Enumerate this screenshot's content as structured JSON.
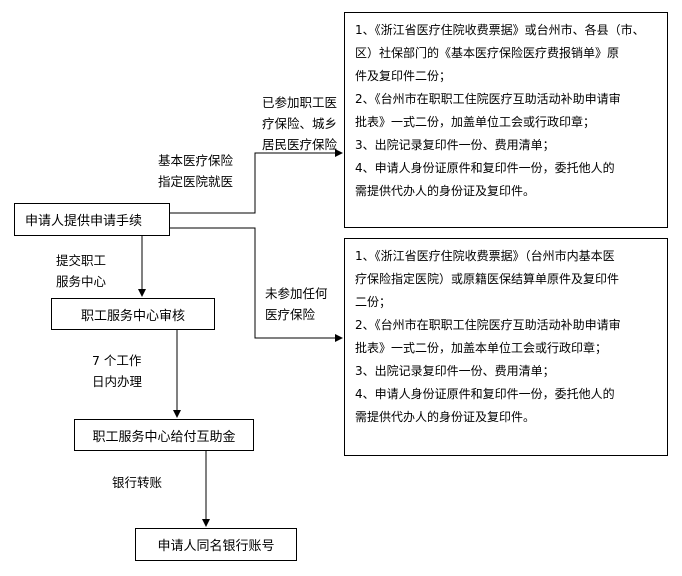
{
  "nodes": {
    "apply": "申请人提供申请手续",
    "audit": "职工服务中心审核",
    "pay": "职工服务中心给付互助金",
    "account": "申请人同名银行账号"
  },
  "edge_labels": {
    "designated": "基本医疗保险\n指定医院就医",
    "insured": "已参加职工医\n疗保险、城乡\n居民医疗保险",
    "uninsured": "未参加任何\n医疗保险",
    "submit": "提交职工\n服务中心",
    "days": "7 个工作\n日内办理",
    "transfer": "银行转账"
  },
  "req_insured": [
    "1、《浙江省医疗住院收费票据》或台州市、各县（市、",
    "区）社保部门的《基本医疗保险医疗费报销单》原",
    "件及复印件二份；",
    "2、《台州市在职职工住院医疗互助活动补助申请审",
    "批表》一式二份，加盖单位工会或行政印章；",
    "3、出院记录复印件一份、费用清单；",
    "4、申请人身份证原件和复印件一份，委托他人的",
    "需提供代办人的身份证及复印件。"
  ],
  "req_uninsured": [
    "1、《浙江省医疗住院收费票据》（台州市内基本医",
    "疗保险指定医院）或原籍医保结算单原件及复印件",
    "二份；",
    "2、《台州市在职职工住院医疗互助活动补助申请审",
    "批表》一式二份，加盖本单位工会或行政印章；",
    "3、出院记录复印件一份、费用清单；",
    "4、申请人身份证原件和复印件一份，委托他人的",
    "需提供代办人的身份证及复印件。"
  ]
}
